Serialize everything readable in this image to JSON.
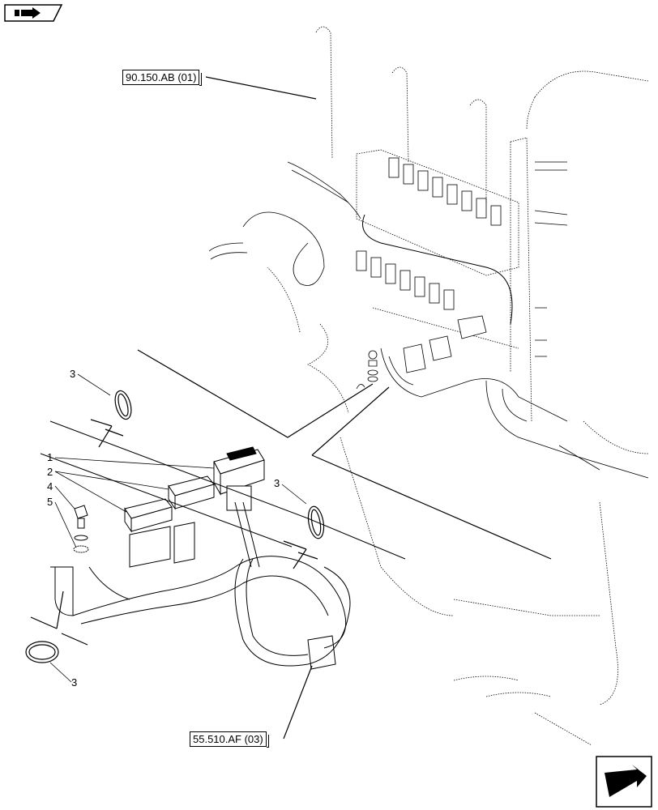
{
  "references": {
    "top": "90.150.AB (01)",
    "bottom": "55.510.AF (03)"
  },
  "callouts": [
    {
      "id": "c1",
      "text": "1"
    },
    {
      "id": "c2",
      "text": "2"
    },
    {
      "id": "c3a",
      "text": "3"
    },
    {
      "id": "c3b",
      "text": "3"
    },
    {
      "id": "c3c",
      "text": "3"
    },
    {
      "id": "c4",
      "text": "4"
    },
    {
      "id": "c5",
      "text": "5"
    }
  ],
  "icons": {
    "top_left": "return-arrow-icon",
    "bottom_right": "next-page-arrow-icon"
  }
}
